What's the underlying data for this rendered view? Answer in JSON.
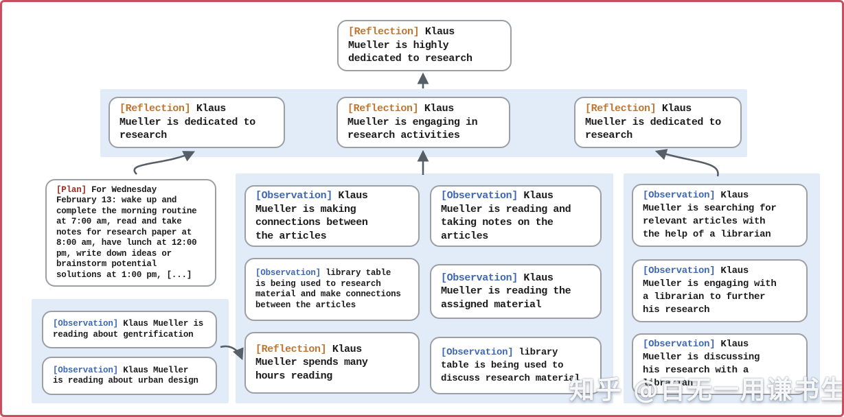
{
  "diagram": {
    "subject": "Klaus Mueller memory tree",
    "colors": {
      "frame_border": "#c8505e",
      "cluster_band": "#e2ecf8",
      "node_border": "#9b9fa3",
      "reflection_tag": "#bf7631",
      "observation_tag": "#3e68b5",
      "plan_tag": "#9e2b20",
      "arrow": "#565e66",
      "body_text": "#1b1b1b"
    }
  },
  "nodes": {
    "top": {
      "tag": "[Reflection]",
      "text": " Klaus\nMueller is highly\ndedicated to research"
    },
    "row2_left": {
      "tag": "[Reflection]",
      "text": " Klaus\nMueller is dedicated to\nresearch"
    },
    "row2_mid": {
      "tag": "[Reflection]",
      "text": " Klaus\nMueller is engaging in\nresearch activities"
    },
    "row2_right": {
      "tag": "[Reflection]",
      "text": " Klaus\nMueller is dedicated to\nresearch"
    },
    "plan": {
      "tag": "[Plan]",
      "text": " For Wednesday\nFebruary 13: wake up and\ncomplete the morning routine\nat 7:00 am, read and take\nnotes for research paper at\n8:00 am, have lunch at 12:00\npm, write down ideas or\nbrainstorm potential\nsolutions at 1:00 pm, [...]"
    },
    "obs_gentrification": {
      "tag": "[Observation]",
      "text": " Klaus Mueller is\nreading about gentrification"
    },
    "obs_urban_design": {
      "tag": "[Observation]",
      "text": " Klaus Mueller\nis reading about urban design"
    },
    "obs_connections": {
      "tag": "[Observation]",
      "text": " Klaus\nMueller is making\nconnections between\nthe articles"
    },
    "obs_library_research": {
      "tag": "[Observation]",
      "text": " library table\nis being used to research\nmaterial and make connections\nbetween the articles"
    },
    "refl_hours_reading": {
      "tag": "[Reflection]",
      "text": " Klaus\nMueller spends many\nhours reading"
    },
    "obs_taking_notes": {
      "tag": "[Observation]",
      "text": " Klaus\nMueller is reading and\ntaking notes on the\narticles"
    },
    "obs_assigned_material": {
      "tag": "[Observation]",
      "text": " Klaus\nMueller is reading the\nassigned material"
    },
    "obs_library_discuss": {
      "tag": "[Observation]",
      "text": " library\ntable is being used to\ndiscuss research material"
    },
    "obs_searching_articles": {
      "tag": "[Observation]",
      "text": " Klaus\nMueller is searching for\nrelevant articles with\nthe help of a librarian"
    },
    "obs_engaging_librarian": {
      "tag": "[Observation]",
      "text": " Klaus\nMueller is engaging with\na librarian to further\nhis research"
    },
    "obs_discussing_librarian": {
      "tag": "[Observation]",
      "text": " Klaus\nMueller is discussing\nhis research with a\nlibrarian"
    }
  },
  "watermark": "知乎 @百无一用谦书生"
}
